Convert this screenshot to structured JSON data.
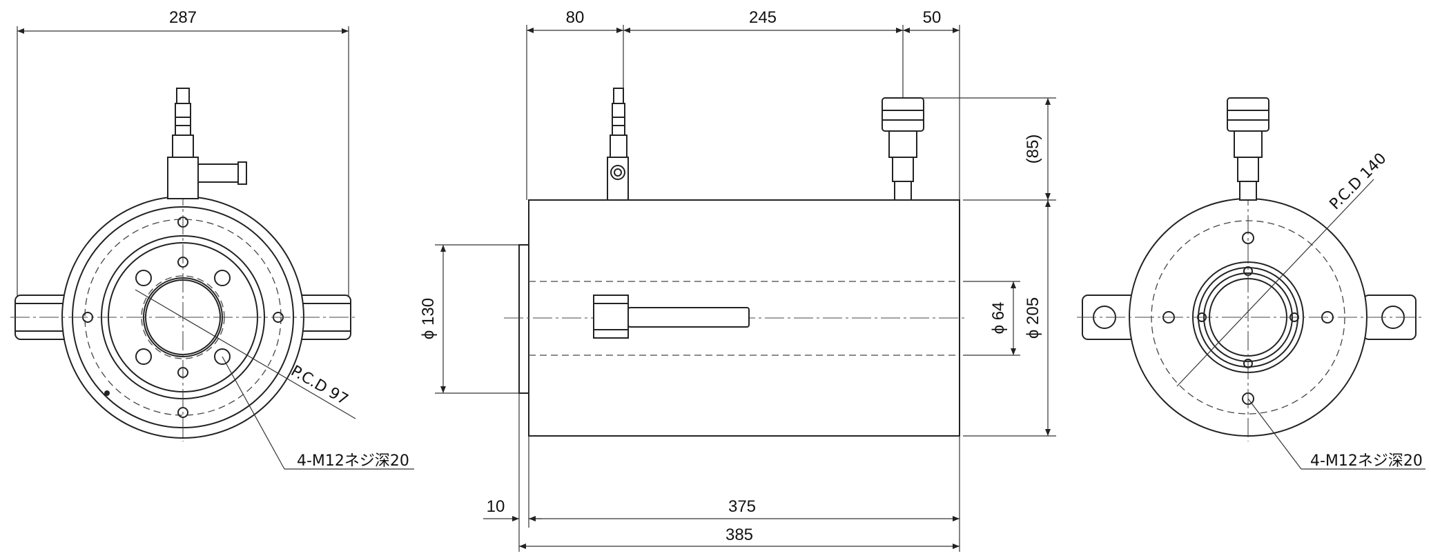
{
  "dimensions": {
    "front_width": "287",
    "seg_80": "80",
    "seg_245": "245",
    "seg_50": "50",
    "height_85": "(85)",
    "dia_130": "ϕ 130",
    "dia_64": "ϕ 64",
    "dia_205": "ϕ 205",
    "offset_10": "10",
    "len_375": "375",
    "len_385": "385"
  },
  "notes": {
    "pcd_97": "P.C.D 97",
    "pcd_140": "P.C.D 140",
    "thread_left": "4-M12ネジ深20",
    "thread_right": "4-M12ネジ深20"
  }
}
